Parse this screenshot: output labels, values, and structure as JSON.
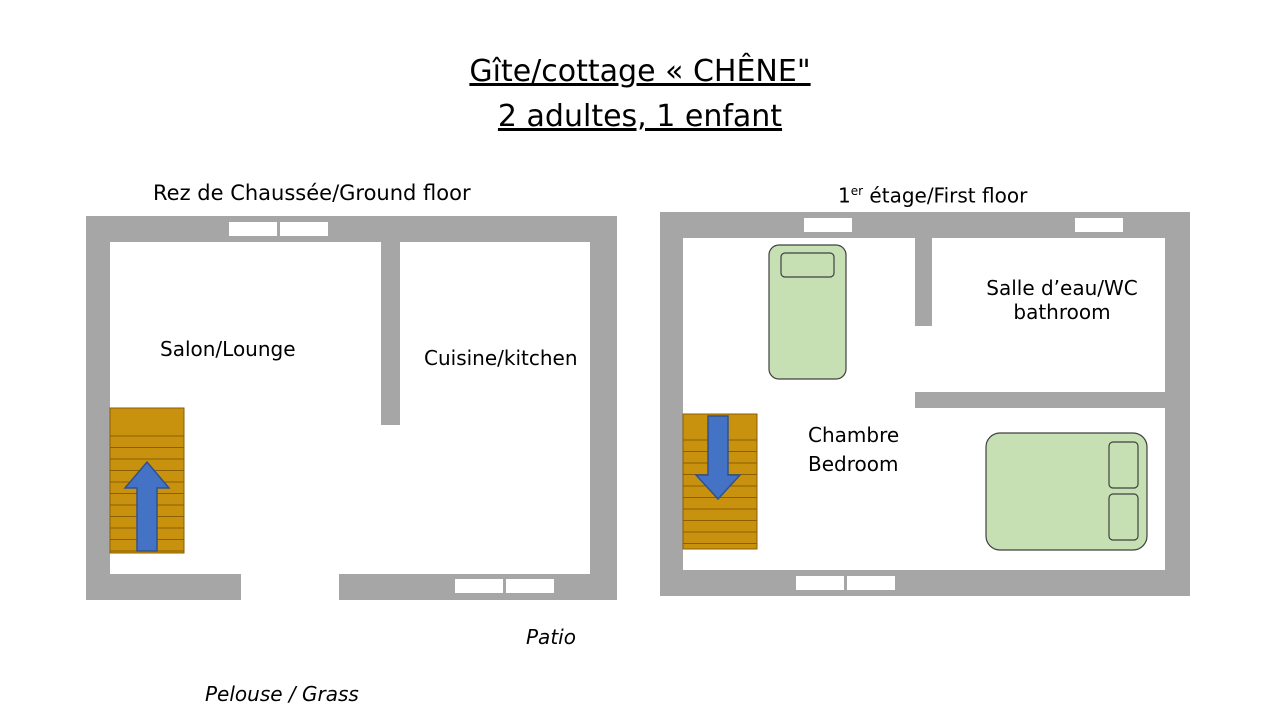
{
  "title": {
    "line1": "Gîte/cottage « CHÊNE\"",
    "line2": "2 adultes, 1 enfant"
  },
  "ground_floor": {
    "heading": "Rez de Chaussée/Ground floor",
    "rooms": {
      "lounge": "Salon/Lounge",
      "kitchen": "Cuisine/kitchen"
    },
    "outside": {
      "patio": "Patio",
      "grass": "Pelouse / Grass"
    }
  },
  "first_floor": {
    "heading_num": "1",
    "heading_sup": "er",
    "heading_rest": " étage/First floor",
    "rooms": {
      "bathroom_line1": "Salle d’eau/WC",
      "bathroom_line2": "bathroom",
      "bedroom_line1": "Chambre",
      "bedroom_line2": "Bedroom"
    }
  },
  "colors": {
    "wall": "#a6a6a6",
    "stair_fill": "#c9920e",
    "stair_line": "#8a5f00",
    "arrow": "#4472c4",
    "bed": "#c6e0b4"
  }
}
